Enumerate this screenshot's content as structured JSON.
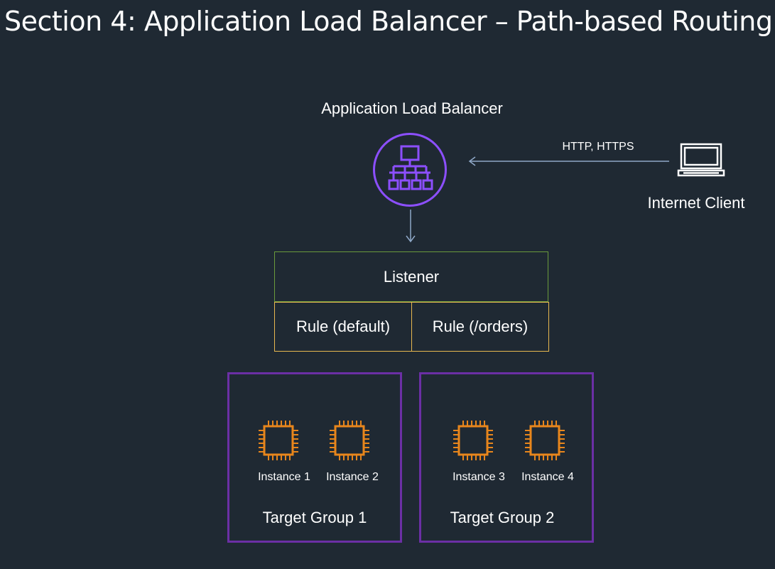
{
  "slide": {
    "title": "Section 4: Application Load Balancer – Path-based Routing"
  },
  "load_balancer": {
    "label": "Application Load Balancer",
    "icon": "load-balancer-icon",
    "accent_color": "#8c4fff"
  },
  "client": {
    "label": "Internet Client",
    "icon": "computer-icon",
    "protocol_label": "HTTP, HTTPS"
  },
  "listener": {
    "label": "Listener",
    "border_color": "#6a9a3c",
    "rules": [
      {
        "label": "Rule (default)"
      },
      {
        "label": "Rule (/orders)"
      }
    ],
    "rule_border_color": "#e8b84f"
  },
  "target_groups": [
    {
      "label": "Target Group 1",
      "instances": [
        {
          "label": "Instance 1"
        },
        {
          "label": "Instance 2"
        }
      ]
    },
    {
      "label": "Target Group 2",
      "instances": [
        {
          "label": "Instance 3"
        },
        {
          "label": "Instance 4"
        }
      ]
    }
  ],
  "colors": {
    "background": "#1f2933",
    "target_group_border": "#6b2fa5",
    "instance_icon": "#e8861c",
    "arrow": "#8fa8c8"
  }
}
